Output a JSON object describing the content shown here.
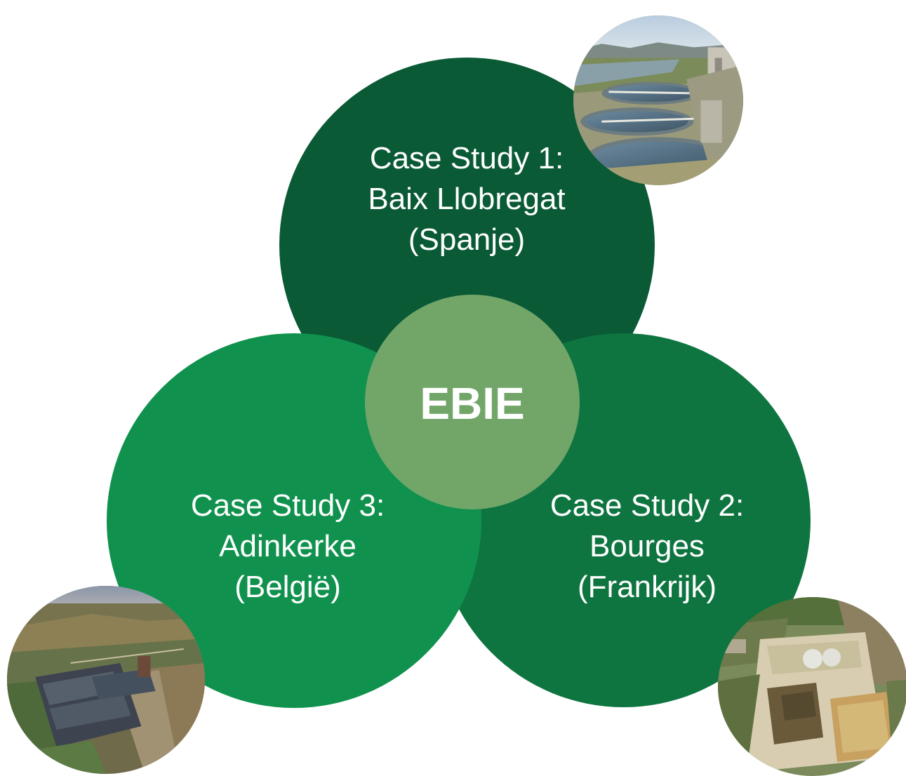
{
  "center": {
    "label": "EBIE"
  },
  "case_studies": [
    {
      "title": "Case Study 1:",
      "site": "Baix Llobregat",
      "country": "(Spanje)"
    },
    {
      "title": "Case Study 2:",
      "site": "Bourges",
      "country": "(Frankrijk)"
    },
    {
      "title": "Case Study 3:",
      "site": "Adinkerke",
      "country": "(België)"
    }
  ],
  "colors": {
    "circle_1": "#0a5a35",
    "circle_2": "#0e7540",
    "circle_3": "#10924e",
    "center": "#72a669",
    "text": "#ffffff"
  }
}
